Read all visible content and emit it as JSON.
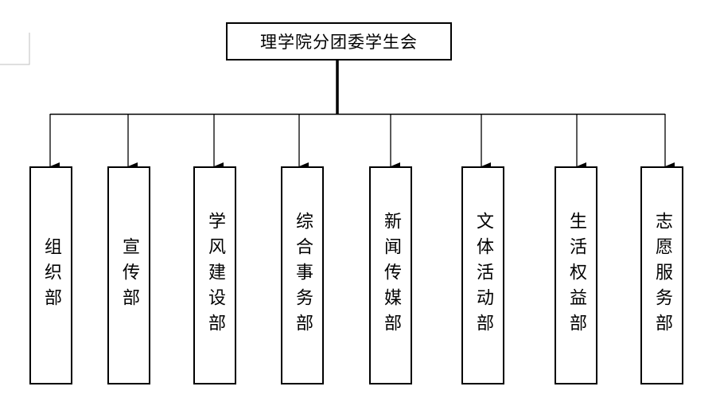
{
  "root": {
    "label": "理学院分团委学生会"
  },
  "departments": [
    {
      "label": "组织部"
    },
    {
      "label": "宣传部"
    },
    {
      "label": "学风建设部"
    },
    {
      "label": "综合事务部"
    },
    {
      "label": "新闻传媒部"
    },
    {
      "label": "文体活动部"
    },
    {
      "label": "生活权益部"
    },
    {
      "label": "志愿服务部"
    }
  ],
  "colors": {
    "line": "#000000",
    "background": "#ffffff"
  }
}
